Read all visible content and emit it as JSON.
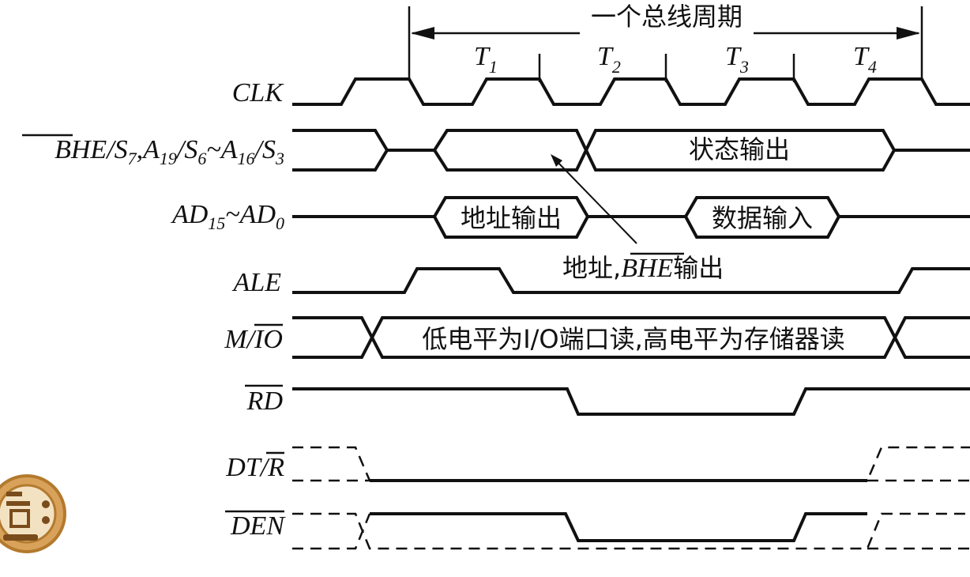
{
  "title": "一个总线周期",
  "t_states": [
    {
      "base": "T",
      "sub": "1"
    },
    {
      "base": "T",
      "sub": "2"
    },
    {
      "base": "T",
      "sub": "3"
    },
    {
      "base": "T",
      "sub": "4"
    }
  ],
  "signals": {
    "clk": "CLK",
    "bhe": {
      "a": "BHE",
      "b": "/S",
      "b_sub": "7",
      "c": ",A",
      "c_sub": "19",
      "d": "/S",
      "d_sub": "6",
      "e": "~A",
      "e_sub": "16",
      "f": "/S",
      "f_sub": "3"
    },
    "ad": {
      "a": "AD",
      "a_sub": "15",
      "b": "~AD",
      "b_sub": "0"
    },
    "ale": "ALE",
    "mio": {
      "a": "M/",
      "b": "IO"
    },
    "rd": "RD",
    "dtr": {
      "a": "DT/",
      "b": "R"
    },
    "den": "DEN"
  },
  "labels": {
    "status_output": "状态输出",
    "address_output": "地址输出",
    "data_input": "数据输入",
    "addr_bhe_prefix": "地址,",
    "addr_bhe_bhe": "BHE",
    "addr_bhe_suffix": "输出",
    "mio_note": "低电平为I/O端口读,高电平为存储器读"
  },
  "colors": {
    "line": "#111111",
    "background": "#ffffff",
    "logo": "#c98a3a"
  }
}
